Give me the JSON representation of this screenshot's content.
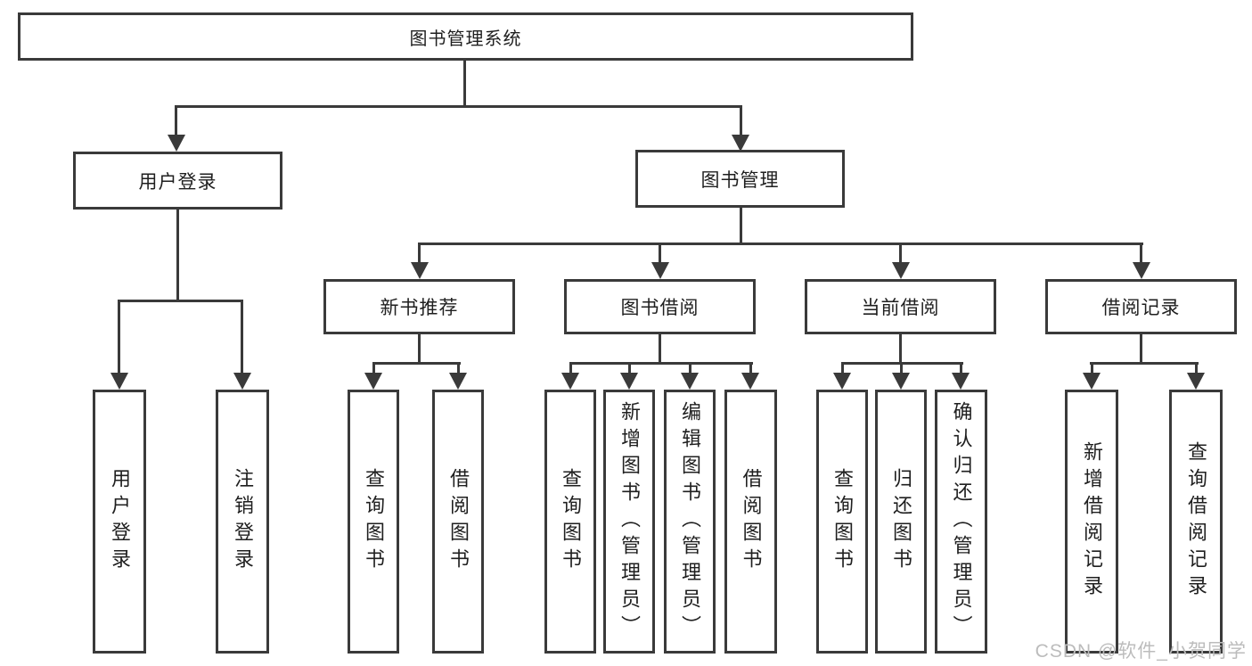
{
  "diagram": {
    "title_node": {
      "label": "图书管理系统"
    },
    "level2": [
      {
        "id": "user-login",
        "label": "用户登录"
      },
      {
        "id": "book-management",
        "label": "图书管理"
      }
    ],
    "level3": [
      {
        "id": "new-book-recommend",
        "label": "新书推荐"
      },
      {
        "id": "book-borrow",
        "label": "图书借阅"
      },
      {
        "id": "current-borrow",
        "label": "当前借阅"
      },
      {
        "id": "borrow-records",
        "label": "借阅记录"
      }
    ],
    "leaves": [
      {
        "parent": "用户登录",
        "label": "用户登录"
      },
      {
        "parent": "用户登录",
        "label": "注销登录"
      },
      {
        "parent": "新书推荐",
        "label": "查询图书"
      },
      {
        "parent": "新书推荐",
        "label": "借阅图书"
      },
      {
        "parent": "图书借阅",
        "label": "查询图书"
      },
      {
        "parent": "图书借阅",
        "label": "新增图书（管理员）"
      },
      {
        "parent": "图书借阅",
        "label": "编辑图书（管理员）"
      },
      {
        "parent": "图书借阅",
        "label": "借阅图书"
      },
      {
        "parent": "当前借阅",
        "label": "查询图书"
      },
      {
        "parent": "当前借阅",
        "label": "归还图书"
      },
      {
        "parent": "当前借阅",
        "label": "确认归还（管理员）"
      },
      {
        "parent": "借阅记录",
        "label": "新增借阅记录"
      },
      {
        "parent": "借阅记录",
        "label": "查询借阅记录"
      }
    ]
  },
  "watermark": {
    "text": "CSDN @软件_小贺同学"
  },
  "colors": {
    "line": "#3a3a3a",
    "text": "#1f1f1f",
    "watermark": "#bcbcbc",
    "background": "#ffffff"
  }
}
